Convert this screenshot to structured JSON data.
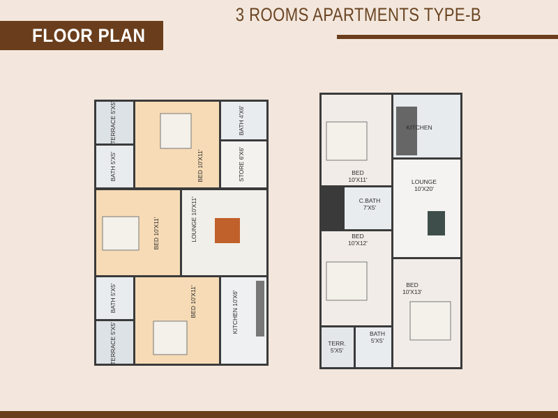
{
  "header": {
    "title": "3 ROOMS APARTMENTS TYPE-B",
    "section_label": "FLOOR PLAN"
  },
  "plan_left": {
    "terrace_top": "TERRACE 5'X5'",
    "bath_top": "BATH 4'X6'",
    "bath_left": "BATH 5'X5'",
    "bed_top": "BED 10'X11'",
    "store": "STORE 6'X6'",
    "lounge": "LOUNGE 10'X11'",
    "bed_middle": "BED 10'X11'",
    "bath_bottom": "BATH 5'X5'",
    "bed_bottom": "BED 10'X11'",
    "kitchen": "KITCHEN 10'X6'",
    "terrace_bottom": "TERRACE 5'X5'"
  },
  "plan_right": {
    "kitchen": "KITCHEN",
    "bed_top_name": "BED",
    "bed_top_size": "10'X11'",
    "lounge_name": "LOUNGE",
    "lounge_size": "10'X20'",
    "cbath_name": "C.BATH",
    "cbath_size": "7'X5'",
    "bed_mid_name": "BED",
    "bed_mid_size": "10'X12'",
    "bed_right_name": "BED",
    "bed_right_size": "10'X13'",
    "bath_name": "BATH",
    "bath_size": "5'X5'",
    "terr_name": "TERR.",
    "terr_size": "5'X5'"
  }
}
